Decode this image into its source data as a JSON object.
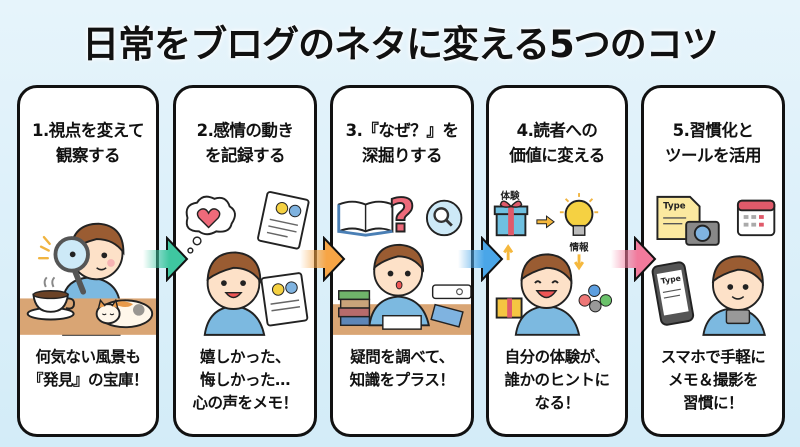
{
  "title": "日常をブログのネタに変える5つのコツ",
  "colors": {
    "background": "#dff1fa",
    "arrow_1": "#3fc7a0",
    "arrow_2": "#f7a545",
    "arrow_3": "#4aa6e8",
    "arrow_4": "#f27a9c",
    "card_border": "#111111"
  },
  "cards": [
    {
      "heading": "1.視点を変えて\n観察する",
      "caption": "何気ない風景も\n『発見』の宝庫！",
      "icons": [
        "magnifying-glass",
        "coffee-cup",
        "sleeping-cat",
        "boy"
      ]
    },
    {
      "heading": "2.感情の動き\nを記録する",
      "caption": "嬉しかった、\n悔しかった…\n心の声をメモ！",
      "icons": [
        "thought-bubble-heart",
        "notebook-smiley",
        "boy"
      ]
    },
    {
      "heading": "3.『なぜ？』を\n深掘りする",
      "caption": "疑問を調べて、\n知識をプラス！",
      "icons": [
        "open-book",
        "question-mark",
        "search-bubble",
        "book-stack",
        "search-bar",
        "boy"
      ]
    },
    {
      "heading": "4.読者への\n価値に変える",
      "caption": "自分の体験が、\n誰かのヒントに\nなる！",
      "labels": {
        "experience": "体験",
        "information": "情報"
      },
      "icons": [
        "gift-box",
        "light-bulb",
        "people-group",
        "boy"
      ]
    },
    {
      "heading": "5.習慣化と\nツールを活用",
      "caption": "スマホで手軽に\nメモ＆撮影を\n習慣に！",
      "labels": {
        "doc": "Type",
        "phone": "Type"
      },
      "icons": [
        "document",
        "camera",
        "calendar",
        "smartphone",
        "boy"
      ]
    }
  ]
}
